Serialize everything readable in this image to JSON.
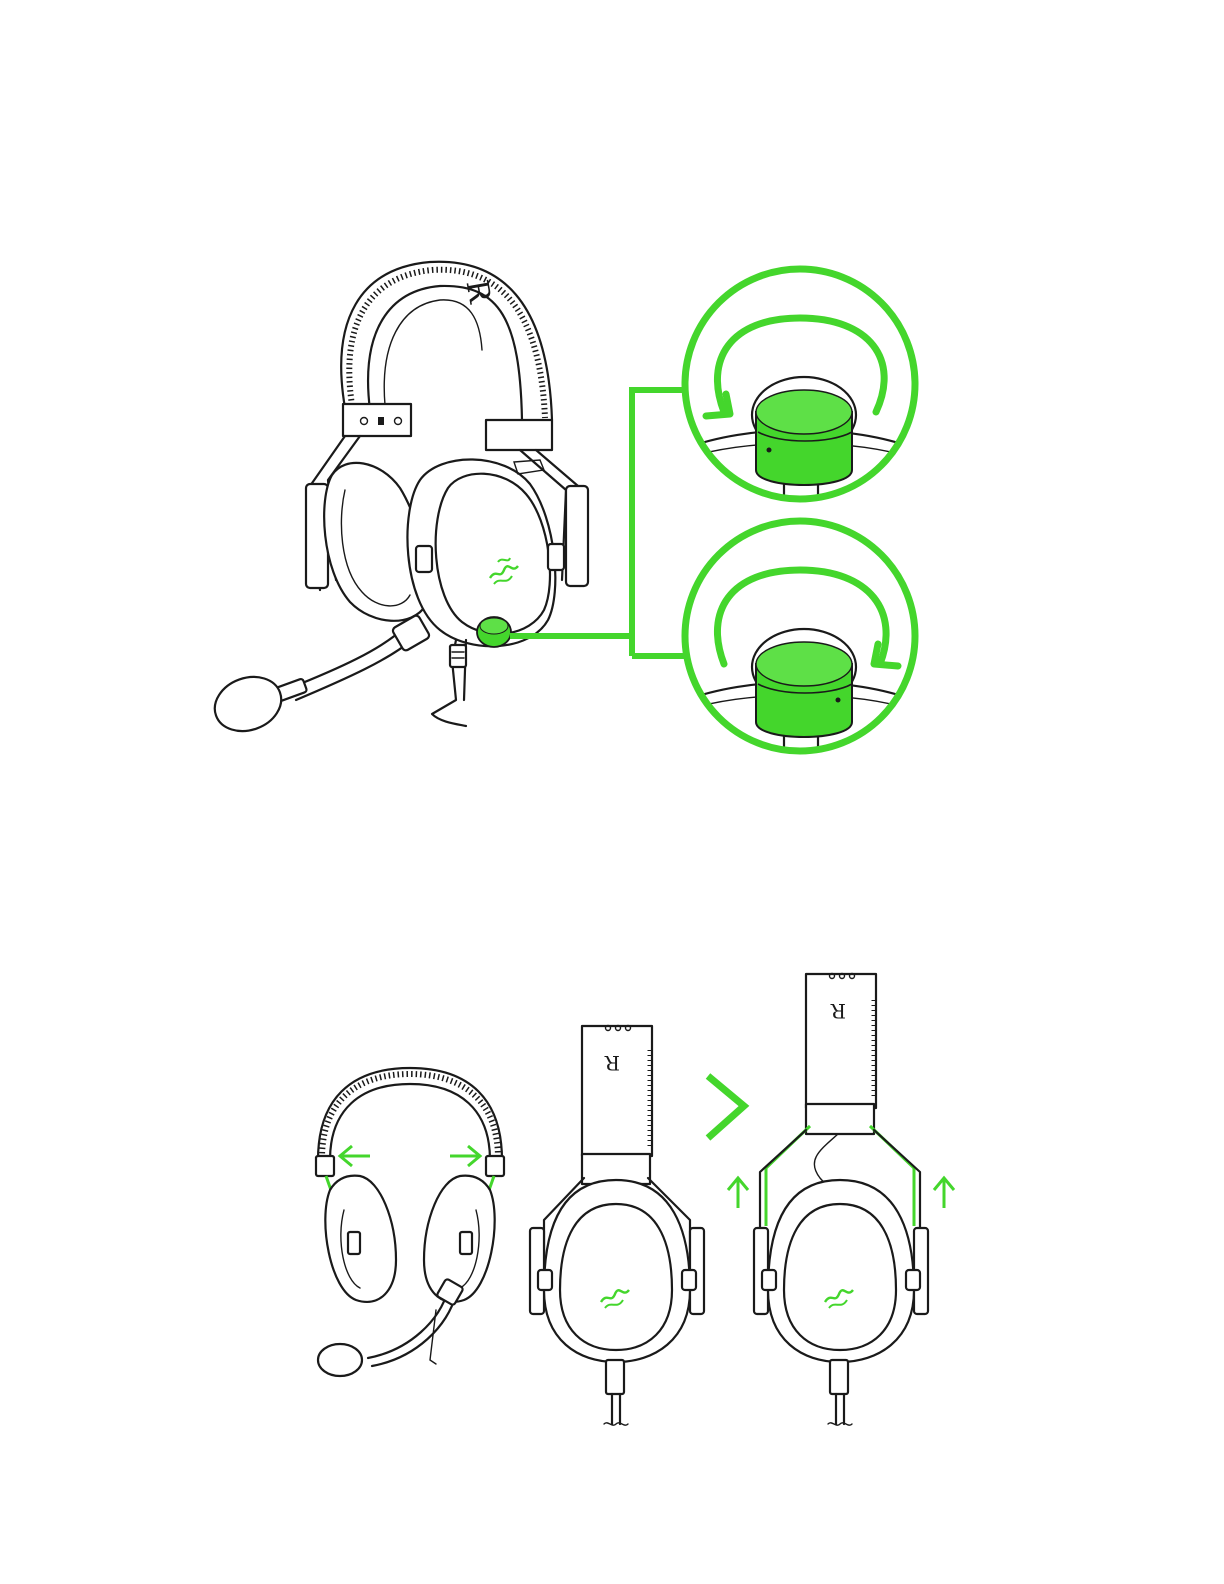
{
  "colors": {
    "accent": "#44d62c",
    "line": "#1a1a1a",
    "background": "#ffffff"
  },
  "headband_logo_text": "R",
  "figures": [
    {
      "name": "volume-dial-figure",
      "icons": [
        "headset-icon",
        "volume-dial-icon",
        "rotate-counterclockwise-icon",
        "rotate-clockwise-icon",
        "logo-icon"
      ]
    },
    {
      "name": "headband-adjust-figure",
      "icons": [
        "headset-front-icon",
        "arrow-left-icon",
        "arrow-right-icon",
        "chevron-right-icon",
        "arrow-up-icon"
      ]
    }
  ]
}
